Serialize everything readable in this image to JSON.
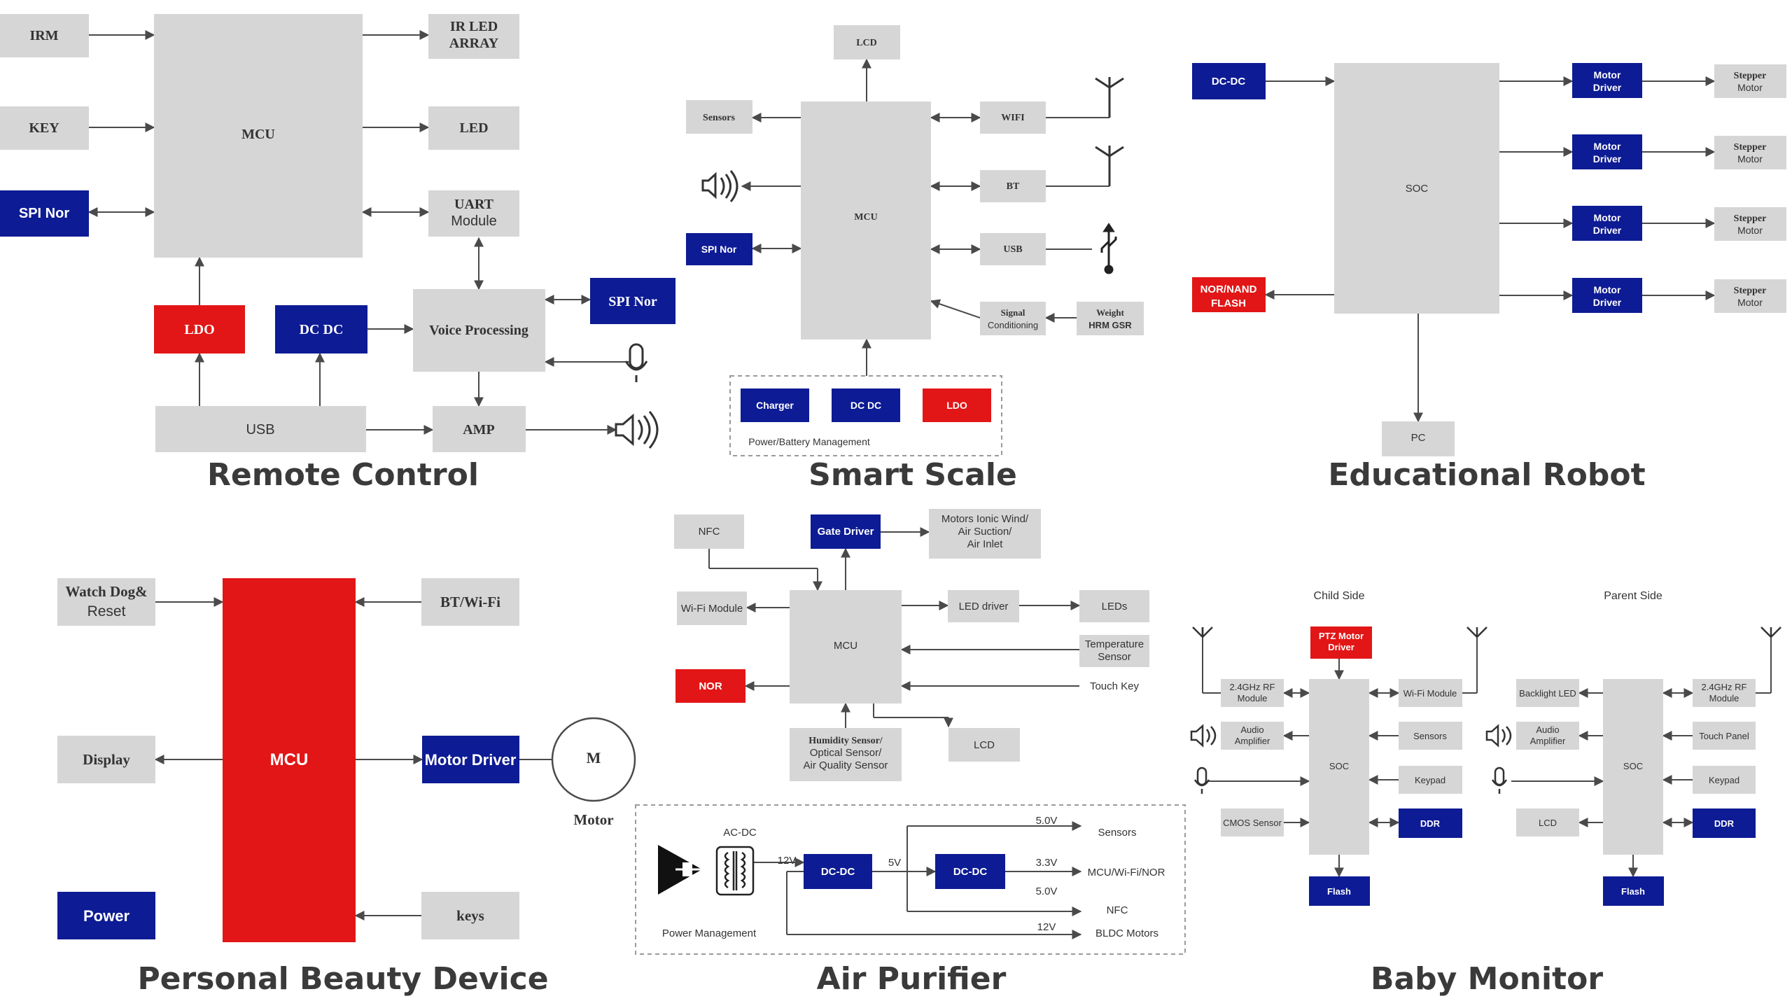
{
  "colors": {
    "gray": "#d6d6d6",
    "navy": "#0d1b94",
    "red": "#e21616",
    "line": "#4a4a4a",
    "title": "#3a3a3a"
  },
  "remote_control": {
    "title": "Remote Control",
    "irm": "IRM",
    "key": "KEY",
    "spi_nor": "SPI Nor",
    "mcu": "MCU",
    "ir_led_array_1": "IR LED",
    "ir_led_array_2": "ARRAY",
    "led": "LED",
    "uart_1": "UART",
    "uart_2": "Module",
    "ldo": "LDO",
    "dcdc": "DC DC",
    "voice": "Voice Processing",
    "spi_nor_2": "SPI Nor",
    "usb": "USB",
    "amp": "AMP",
    "icons": [
      "microphone-icon",
      "speaker-icon"
    ]
  },
  "smart_scale": {
    "title": "Smart Scale",
    "lcd": "LCD",
    "sensors": "Sensors",
    "mcu": "MCU",
    "spi_nor": "SPI Nor",
    "wifi": "WIFI",
    "bt": "BT",
    "usb": "USB",
    "signal_1": "Signal",
    "signal_2": "Conditioning",
    "weight_1": "Weight",
    "weight_2": "HRM GSR",
    "charger": "Charger",
    "dcdc": "DC DC",
    "ldo": "LDO",
    "power_label": "Power/Battery Management",
    "icons": [
      "speaker-icon",
      "antenna-icon",
      "usb-icon"
    ]
  },
  "educational_robot": {
    "title": "Educational Robot",
    "dcdc": "DC-DC",
    "soc": "SOC",
    "flash_1": "NOR/NAND",
    "flash_2": "FLASH",
    "pc": "PC",
    "motor_driver_1": "Motor",
    "motor_driver_2": "Driver",
    "stepper_1": "Stepper",
    "stepper_2": "Motor"
  },
  "personal_beauty": {
    "title": "Personal Beauty Device",
    "watchdog_1": "Watch Dog&",
    "watchdog_2": "Reset",
    "bt_wifi": "BT/Wi-Fi",
    "display": "Display",
    "mcu": "MCU",
    "motor_driver": "Motor Driver",
    "motor_symbol": "M",
    "motor_label": "Motor",
    "power": "Power",
    "keys": "keys"
  },
  "air_purifier": {
    "title": "Air Purifier",
    "nfc": "NFC",
    "gate_driver": "Gate Driver",
    "motors_1": "Motors Ionic Wind/",
    "motors_2": "Air Suction/",
    "motors_3": "Air Inlet",
    "wifi_module": "Wi-Fi Module",
    "mcu": "MCU",
    "led_driver": "LED driver",
    "leds": "LEDs",
    "temp_1": "Temperature",
    "temp_2": "Sensor",
    "touch_key": "Touch Key",
    "nor": "NOR",
    "humidity_1": "Humidity Sensor/",
    "humidity_2": "Optical Sensor/",
    "humidity_3": "Air Quality Sensor",
    "lcd": "LCD",
    "acdc": "AC-DC",
    "v12": "12V",
    "dcdc_1": "DC-DC",
    "v5": "5V",
    "dcdc_2": "DC-DC",
    "out_5v_a": "5.0V",
    "out_33v": "3.3V",
    "out_5v_b": "5.0V",
    "out_12v": "12V",
    "out_sensors": "Sensors",
    "out_mcu": "MCU/Wi-Fi/NOR",
    "out_nfc": "NFC",
    "out_bldc": "BLDC Motors",
    "power_label": "Power Management",
    "icons": [
      "plug-icon",
      "transformer-icon"
    ]
  },
  "baby_monitor": {
    "title": "Baby Monitor",
    "child_side": "Child Side",
    "parent_side": "Parent Side",
    "ptz_1": "PTZ Motor",
    "ptz_2": "Driver",
    "rf_1": "2.4GHz RF",
    "rf_2": "Module",
    "audio_1": "Audio",
    "audio_2": "Amplifier",
    "cmos": "CMOS Sensor",
    "soc": "SOC",
    "wifi_module": "Wi-Fi Module",
    "sensors": "Sensors",
    "keypad": "Keypad",
    "ddr": "DDR",
    "flash": "Flash",
    "backlight": "Backlight LED",
    "touch_panel": "Touch Panel",
    "lcd": "LCD",
    "icons": [
      "antenna-icon",
      "speaker-icon",
      "microphone-icon"
    ]
  }
}
